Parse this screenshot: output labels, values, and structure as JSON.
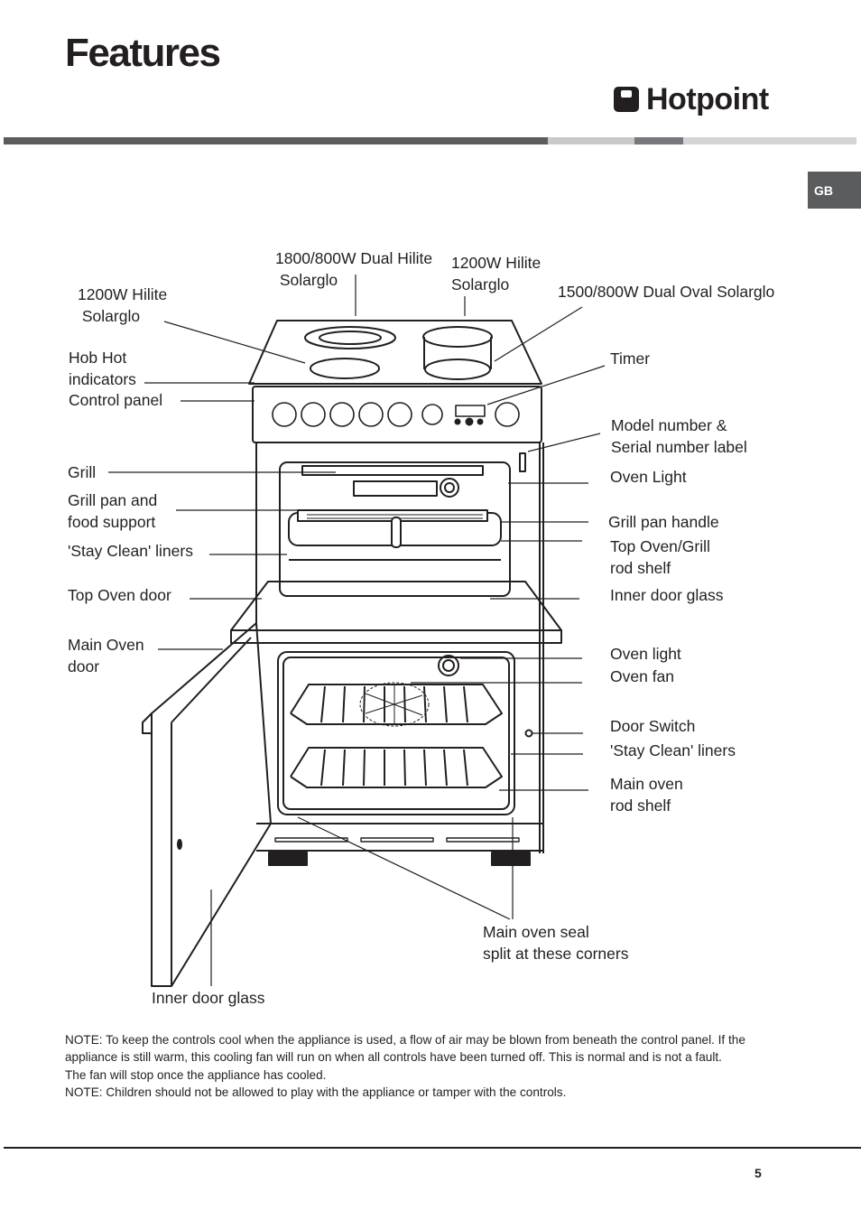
{
  "header": {
    "title": "Features",
    "brand": "Hotpoint",
    "language_tab": "GB",
    "colors": {
      "bar_dark": "#5b5c5e",
      "bar_light": "#c8c9cb",
      "bar_mid": "#77787b",
      "tab": "#5b5c5e"
    }
  },
  "labels": {
    "l_1200_left": "1200W Hilite\n Solarglo",
    "l_1800": "1800/800W Dual Hilite\n Solarglo",
    "l_1200_right": "1200W Hilite\nSolarglo",
    "l_1500": "1500/800W Dual Oval Solarglo",
    "l_hob_hot": "Hob Hot\nindicators",
    "l_control_panel": "Control panel",
    "l_timer": "Timer",
    "l_model": "Model number &\nSerial number label",
    "l_grill": "Grill",
    "l_oven_light_top": "Oven Light",
    "l_grill_pan": "Grill pan and\nfood support",
    "l_grill_pan_handle": "Grill pan handle",
    "l_stay_clean_left": "'Stay Clean' liners",
    "l_top_rod_shelf": "Top Oven/Grill\nrod shelf",
    "l_top_oven_door": "Top Oven door",
    "l_inner_door_glass_right": "Inner door glass",
    "l_main_oven_door": "Main Oven\ndoor",
    "l_oven_light_main": "Oven light",
    "l_oven_fan": "Oven fan",
    "l_door_switch": "Door Switch",
    "l_stay_clean_right": "'Stay Clean' liners",
    "l_main_rod_shelf": "Main oven\nrod shelf",
    "l_seal": "Main oven seal\nsplit at these corners",
    "l_inner_door_glass_bottom": "Inner door glass"
  },
  "notes": [
    "NOTE: To keep the controls cool when the appliance is used, a flow of air may be blown from beneath the control panel. If the appliance is still warm, this cooling fan will run on when all controls have been turned off. This is normal and is not a fault.",
    "The fan will stop once the appliance has cooled.",
    "NOTE: Children should not be allowed to play with the appliance or tamper with the controls."
  ],
  "footer": {
    "page_number": "5"
  }
}
